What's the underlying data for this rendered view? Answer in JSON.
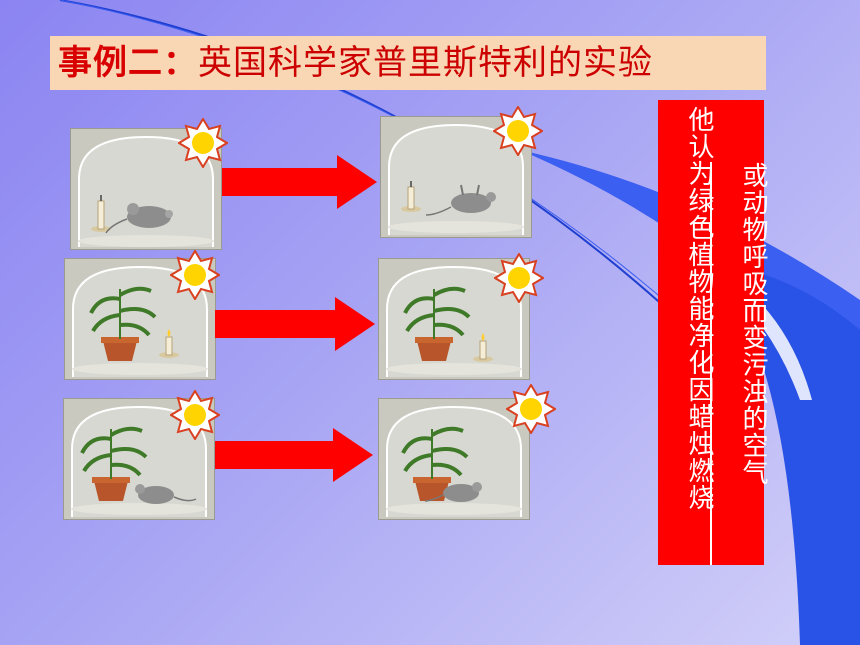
{
  "title": {
    "prefix": "事例二：",
    "text": "英国科学家普里斯特利的实验"
  },
  "conclusion": {
    "line_1": "他认为绿色植物能净化因蜡烛燃烧",
    "line_2": "或动物呼吸而变污浊的空气"
  },
  "experiments": [
    {
      "before": [
        "candle-icon",
        "mouse-icon"
      ],
      "after": [
        "candle-icon",
        "mouse-icon"
      ]
    },
    {
      "before": [
        "plant-icon",
        "candle-icon"
      ],
      "after": [
        "plant-icon",
        "candle-icon"
      ]
    },
    {
      "before": [
        "plant-icon",
        "mouse-icon"
      ],
      "after": [
        "plant-icon",
        "mouse-icon"
      ]
    }
  ],
  "colors": {
    "title_bg": "#f9d7b5",
    "title_text": "#d80000",
    "conclusion_bg": "#ff0000",
    "arrow": "#ff0000",
    "deco_blue": "#1f4fd8"
  }
}
